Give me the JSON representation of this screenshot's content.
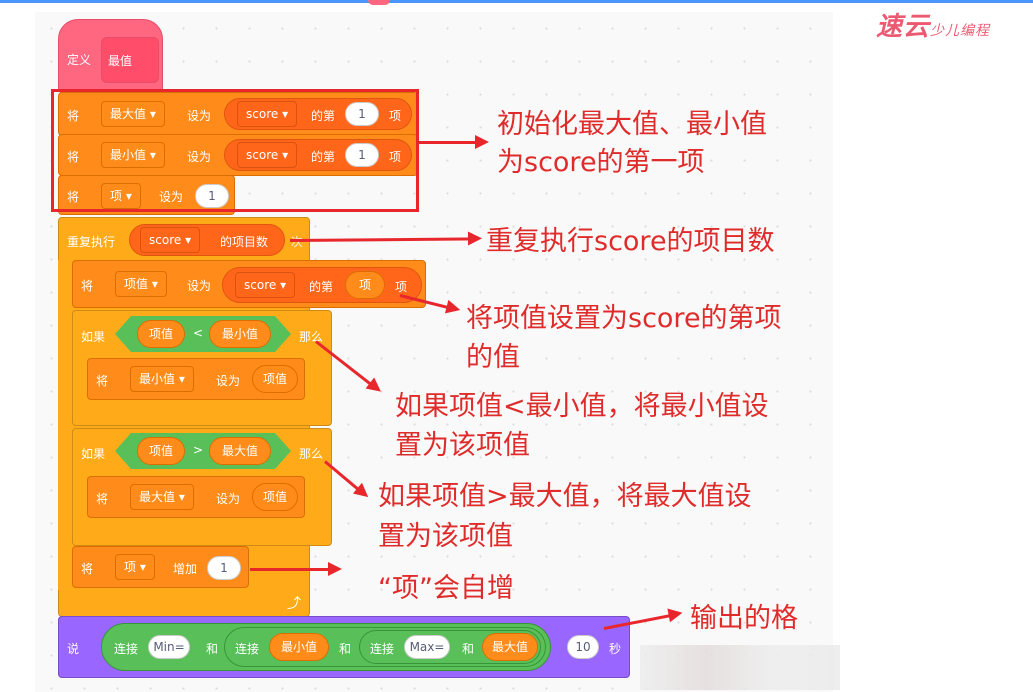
{
  "logo": {
    "text": "速云",
    "sub": "少儿编程"
  },
  "define_block": {
    "label": "定义",
    "name": "最值"
  },
  "init_blocks": [
    {
      "verb": "将",
      "var": "最大值",
      "set": "设为",
      "list": "score",
      "of": "的第",
      "index": "1",
      "item": "项"
    },
    {
      "verb": "将",
      "var": "最小值",
      "set": "设为",
      "list": "score",
      "of": "的第",
      "index": "1",
      "item": "项"
    },
    {
      "verb": "将",
      "var": "项",
      "set": "设为",
      "value": "1"
    }
  ],
  "repeat_block": {
    "label": "重复执行",
    "list": "score",
    "count_label": "的项目数",
    "times": "次"
  },
  "set_item_value": {
    "verb": "将",
    "var": "项值",
    "set": "设为",
    "list": "score",
    "of": "的第",
    "index": "项",
    "item": "项"
  },
  "if_min": {
    "if": "如果",
    "left": "项值",
    "op": "<",
    "right": "最小值",
    "then": "那么",
    "body": {
      "verb": "将",
      "var": "最小值",
      "set": "设为",
      "value": "项值"
    }
  },
  "if_max": {
    "if": "如果",
    "left": "项值",
    "op": ">",
    "right": "最大值",
    "then": "那么",
    "body": {
      "verb": "将",
      "var": "最大值",
      "set": "设为",
      "value": "项值"
    }
  },
  "change_block": {
    "verb": "将",
    "var": "项",
    "change": "增加",
    "value": "1"
  },
  "say_block": {
    "say": "说",
    "join": "连接",
    "and": "和",
    "min_text": "Min=",
    "min_var": "最小值",
    "max_text": "Max=",
    "max_var": "最大值",
    "secs": "10",
    "secs_label": "秒"
  },
  "annotations": {
    "init_line1": "初始化最大值、最小值",
    "init_line2": "为score的第一项",
    "repeat": "重复执行score的项目数",
    "set_line1": "将项值设置为score的第项",
    "set_line2": "的值",
    "min_line1": "如果项值<最小值，将最小值设",
    "min_line2": "置为该项值",
    "max_line1": "如果项值>最大值，将最大值设",
    "max_line2": "置为该项值",
    "increment": "“项”会自增",
    "output": "输出的格"
  },
  "colors": {
    "events_pink": "#ff6680",
    "variables_orange": "#ff8c1a",
    "control_yellow": "#ffab19",
    "looks_purple": "#9966ff",
    "operators_green": "#59c059",
    "annotation_red": "#e02b2b"
  }
}
